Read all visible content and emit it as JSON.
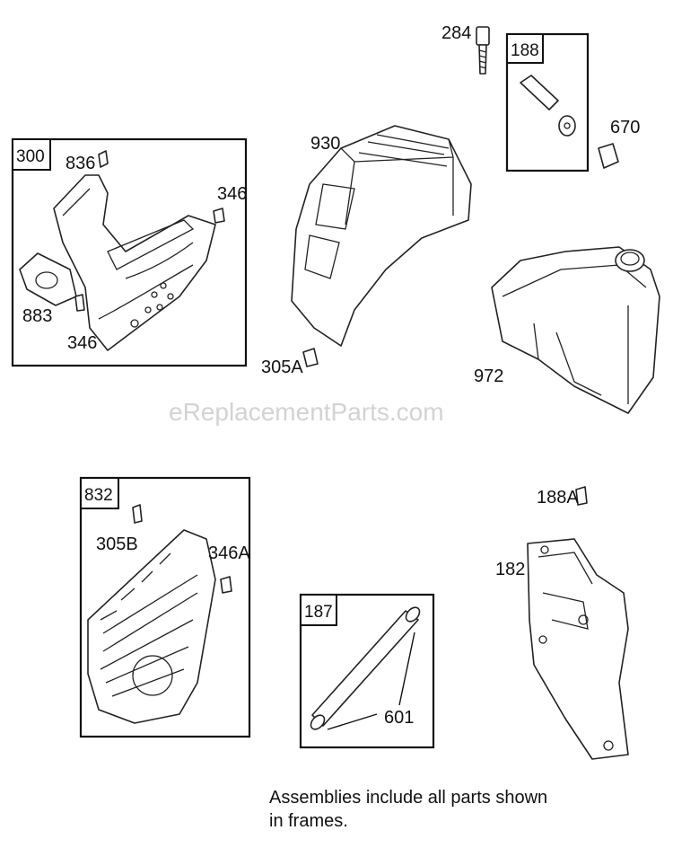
{
  "watermark": "eReplacementParts.com",
  "note": "Assemblies include all parts shown in frames.",
  "frames": {
    "f300": "300",
    "f188": "188",
    "f832": "832",
    "f187": "187"
  },
  "labels": {
    "p284": "284",
    "p670": "670",
    "p930": "930",
    "p836": "836",
    "p346a": "346",
    "p883": "883",
    "p346b": "346",
    "p305A": "305A",
    "p972": "972",
    "p305B": "305B",
    "p346A": "346A",
    "p188A": "188A",
    "p182": "182",
    "p601": "601"
  }
}
